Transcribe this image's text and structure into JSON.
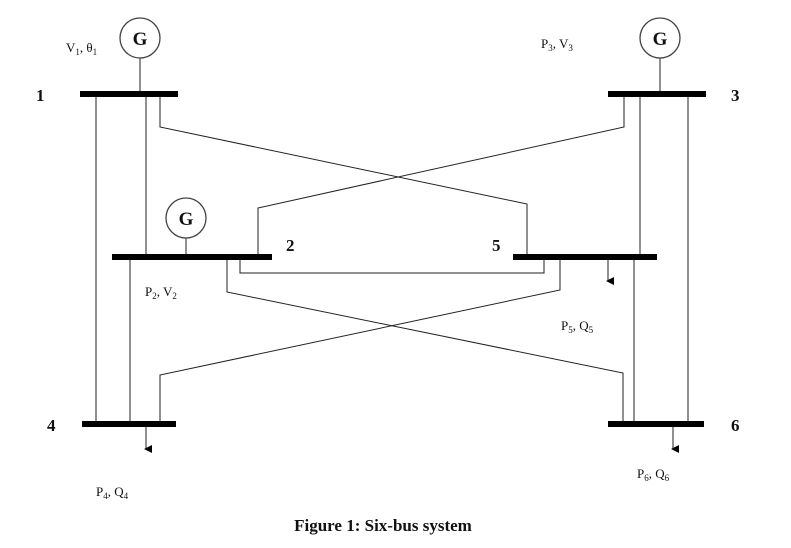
{
  "caption": "Figure 1: Six-bus system",
  "generator_symbol": "G",
  "buses": [
    {
      "id": "bus-1",
      "number": "1"
    },
    {
      "id": "bus-2",
      "number": "2"
    },
    {
      "id": "bus-3",
      "number": "3"
    },
    {
      "id": "bus-4",
      "number": "4"
    },
    {
      "id": "bus-5",
      "number": "5"
    },
    {
      "id": "bus-6",
      "number": "6"
    }
  ],
  "labels": {
    "bus1": {
      "a": "V",
      "a_sub": "1",
      "b": "θ",
      "b_sub": "1"
    },
    "bus2": {
      "a": "P",
      "a_sub": "2",
      "b": "V",
      "b_sub": "2"
    },
    "bus3": {
      "a": "P",
      "a_sub": "3",
      "b": "V",
      "b_sub": "3"
    },
    "bus4": {
      "a": "P",
      "a_sub": "4",
      "b": "Q",
      "b_sub": "4"
    },
    "bus5": {
      "a": "P",
      "a_sub": "5",
      "b": "Q",
      "b_sub": "5"
    },
    "bus6": {
      "a": "P",
      "a_sub": "6",
      "b": "Q",
      "b_sub": "6"
    }
  },
  "label_separator": ", "
}
